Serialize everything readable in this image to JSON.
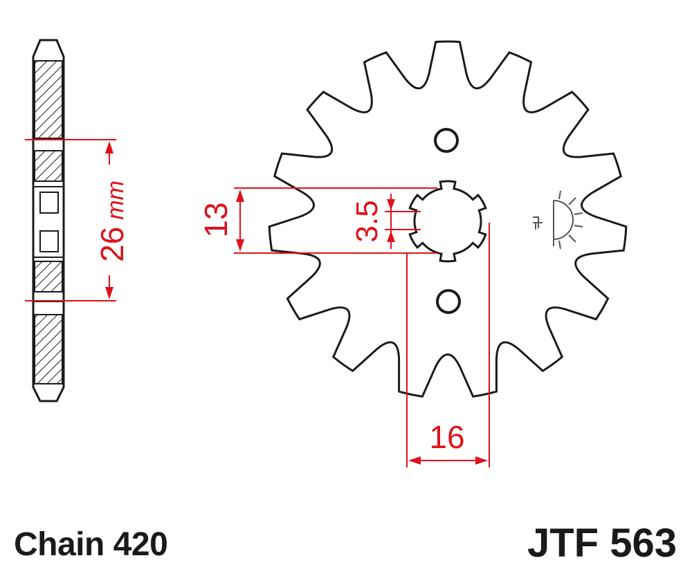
{
  "diagram": {
    "side_dimension_value": "26",
    "side_dimension_unit": "mm",
    "outer_dimension": "13",
    "spline_dimension": "3.5",
    "bore_dimension": "16",
    "tooth_count": 15,
    "chain_label": "Chain 420",
    "part_number": "JTF 563"
  },
  "colors": {
    "outline": "#1a1a1a",
    "dimension": "#e0101a",
    "hatch": "#1a1a1a",
    "background": "#ffffff"
  },
  "icons": {
    "emblem": "sun-emblem-icon"
  }
}
